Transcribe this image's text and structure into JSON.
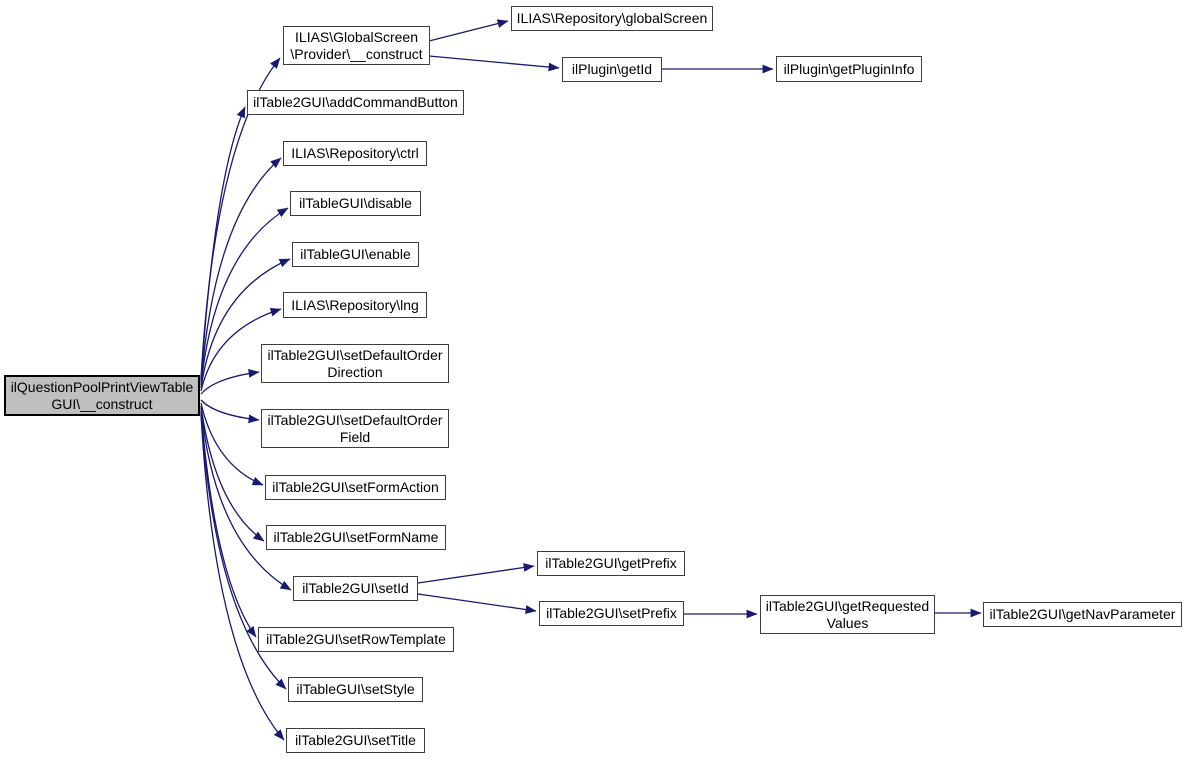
{
  "diagram": {
    "type": "call-graph",
    "background_color": "#ffffff",
    "edge_color": "#191970",
    "node_border_color": "#3d3d3d",
    "node_fill_color": "#ffffff",
    "root_fill_color": "#bfbfbf"
  },
  "nodes": {
    "root": {
      "line1": "ilQuestionPoolPrintViewTable",
      "line2": "GUI\\__construct"
    },
    "provider_construct": {
      "line1": "ILIAS\\GlobalScreen",
      "line2": "\\Provider\\__construct"
    },
    "global_screen": {
      "line1": "ILIAS\\Repository\\globalScreen"
    },
    "get_id": {
      "line1": "ilPlugin\\getId"
    },
    "get_plugin_info": {
      "line1": "ilPlugin\\getPluginInfo"
    },
    "add_command_button": {
      "line1": "ilTable2GUI\\addCommandButton"
    },
    "ctrl": {
      "line1": "ILIAS\\Repository\\ctrl"
    },
    "disable": {
      "line1": "ilTableGUI\\disable"
    },
    "enable": {
      "line1": "ilTableGUI\\enable"
    },
    "lng": {
      "line1": "ILIAS\\Repository\\lng"
    },
    "set_default_order_direction": {
      "line1": "ilTable2GUI\\setDefaultOrder",
      "line2": "Direction"
    },
    "set_default_order_field": {
      "line1": "ilTable2GUI\\setDefaultOrder",
      "line2": "Field"
    },
    "set_form_action": {
      "line1": "ilTable2GUI\\setFormAction"
    },
    "set_form_name": {
      "line1": "ilTable2GUI\\setFormName"
    },
    "set_id": {
      "line1": "ilTable2GUI\\setId"
    },
    "set_row_template": {
      "line1": "ilTable2GUI\\setRowTemplate"
    },
    "set_style": {
      "line1": "ilTableGUI\\setStyle"
    },
    "set_title": {
      "line1": "ilTable2GUI\\setTitle"
    },
    "get_prefix": {
      "line1": "ilTable2GUI\\getPrefix"
    },
    "set_prefix": {
      "line1": "ilTable2GUI\\setPrefix"
    },
    "get_requested_values": {
      "line1": "ilTable2GUI\\getRequested",
      "line2": "Values"
    },
    "get_nav_parameter": {
      "line1": "ilTable2GUI\\getNavParameter"
    }
  },
  "edges": [
    {
      "from": "root",
      "to": "provider_construct"
    },
    {
      "from": "root",
      "to": "add_command_button"
    },
    {
      "from": "root",
      "to": "ctrl"
    },
    {
      "from": "root",
      "to": "disable"
    },
    {
      "from": "root",
      "to": "enable"
    },
    {
      "from": "root",
      "to": "lng"
    },
    {
      "from": "root",
      "to": "set_default_order_direction"
    },
    {
      "from": "root",
      "to": "set_default_order_field"
    },
    {
      "from": "root",
      "to": "set_form_action"
    },
    {
      "from": "root",
      "to": "set_form_name"
    },
    {
      "from": "root",
      "to": "set_id"
    },
    {
      "from": "root",
      "to": "set_row_template"
    },
    {
      "from": "root",
      "to": "set_style"
    },
    {
      "from": "root",
      "to": "set_title"
    },
    {
      "from": "provider_construct",
      "to": "global_screen"
    },
    {
      "from": "provider_construct",
      "to": "get_id"
    },
    {
      "from": "get_id",
      "to": "get_plugin_info"
    },
    {
      "from": "set_id",
      "to": "get_prefix"
    },
    {
      "from": "set_id",
      "to": "set_prefix"
    },
    {
      "from": "set_prefix",
      "to": "get_requested_values"
    },
    {
      "from": "get_requested_values",
      "to": "get_nav_parameter"
    }
  ]
}
